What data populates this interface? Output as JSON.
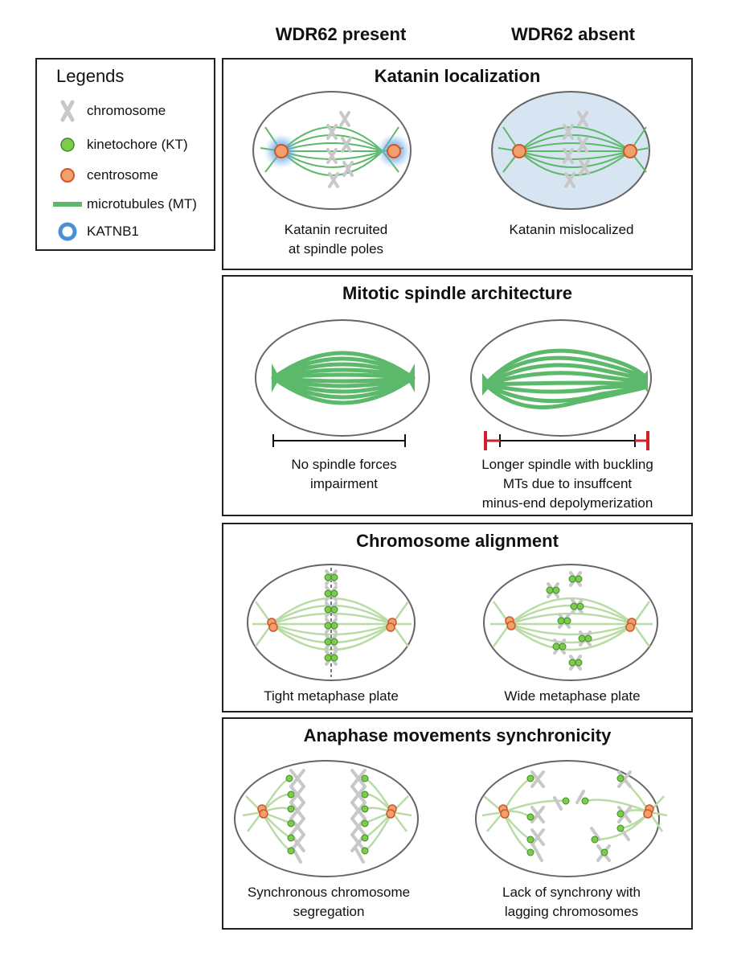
{
  "header": {
    "left": "WDR62 present",
    "right": "WDR62 absent"
  },
  "legend": {
    "title": "Legends",
    "items": [
      {
        "label": "chromosome",
        "icon": "chromosome-icon"
      },
      {
        "label": "kinetochore (KT)",
        "icon": "kinetochore-icon"
      },
      {
        "label": "centrosome",
        "icon": "centrosome-icon"
      },
      {
        "label": "microtubules (MT)",
        "icon": "microtubule-icon"
      },
      {
        "label": "KATNB1",
        "icon": "katnb1-icon"
      }
    ]
  },
  "panels": [
    {
      "title": "Katanin localization",
      "left_caption": "Katanin recruited\nat spindle poles",
      "right_caption": "Katanin mislocalized"
    },
    {
      "title": "Mitotic spindle architecture",
      "left_caption": "No spindle forces\nimpairment",
      "right_caption": "Longer spindle with buckling\nMTs due to insuffcent\nminus-end depolymerization"
    },
    {
      "title": "Chromosome alignment",
      "left_caption": "Tight metaphase plate",
      "right_caption": "Wide metaphase plate"
    },
    {
      "title": "Anaphase movements synchronicity",
      "left_caption": "Synchronous chromosome\nsegregation",
      "right_caption": "Lack of synchrony with\nlagging chromosomes"
    }
  ],
  "colors": {
    "microtubule": "#5cb86a",
    "microtubule_light": "#b9dca6",
    "kinetochore": "#7ccc4a",
    "centrosome": "#f0a06a",
    "centrosome_border": "#d0552a",
    "chromosome": "#c8c8c8",
    "katnb1": "#4a90d9",
    "cytoplasm_blue": "#d7e4f2",
    "cell_border": "#666666",
    "bar_red": "#d0202a"
  }
}
